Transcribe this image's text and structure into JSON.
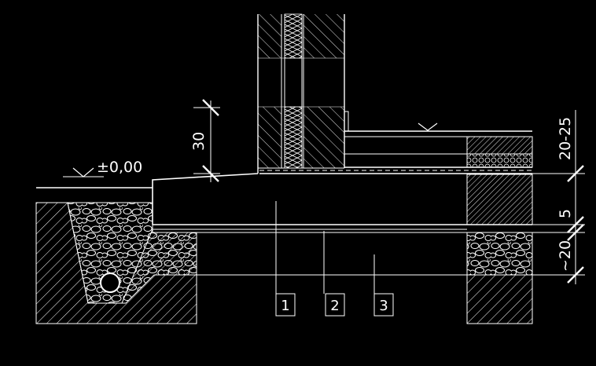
{
  "drawing": {
    "colors": {
      "background": "#000000",
      "line": "#ffffff"
    },
    "level_label": "±0,00",
    "dimensions": {
      "plinth_height": "30",
      "floor_build_up": "20-25",
      "slab_gap": "5",
      "gravel_layer": "~20"
    },
    "callouts": [
      "1",
      "2",
      "3"
    ],
    "symbols": [
      "level-marker",
      "level-marker",
      "drainage-pipe"
    ]
  }
}
